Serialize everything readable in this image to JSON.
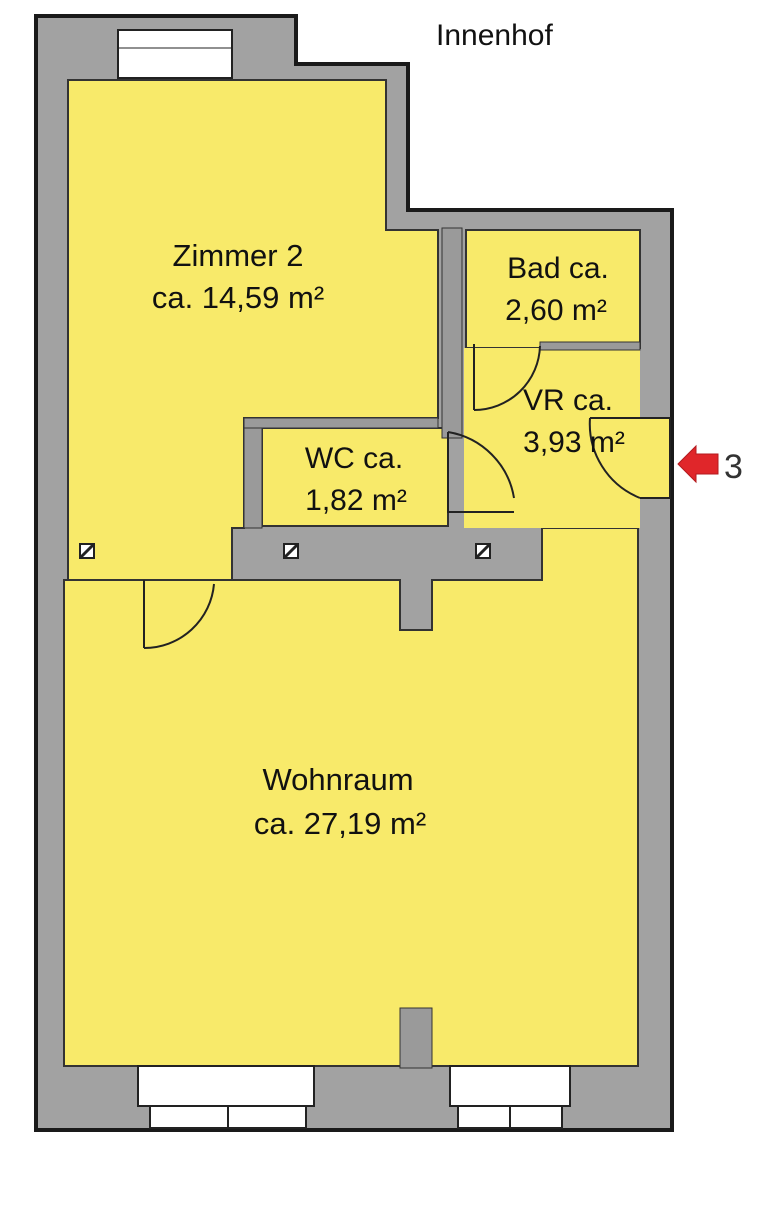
{
  "courtyard_label": "Innenhof",
  "rooms": [
    {
      "id": "zimmer2",
      "name": "Zimmer 2",
      "area": "ca. 14,59 m²"
    },
    {
      "id": "bad",
      "name": "Bad ca.",
      "area": "2,60 m²"
    },
    {
      "id": "vr",
      "name": "VR ca.",
      "area": "3,93 m²"
    },
    {
      "id": "wc",
      "name": "WC ca.",
      "area": "1,82 m²"
    },
    {
      "id": "wohnraum",
      "name": "Wohnraum",
      "area": "ca. 27,19 m²"
    }
  ],
  "entrance_marker": "3",
  "colors": {
    "room_fill": "#f8ea6a",
    "wall": "#9a9a9a",
    "outline": "#1a1a1a",
    "arrow": "#e0262a"
  }
}
